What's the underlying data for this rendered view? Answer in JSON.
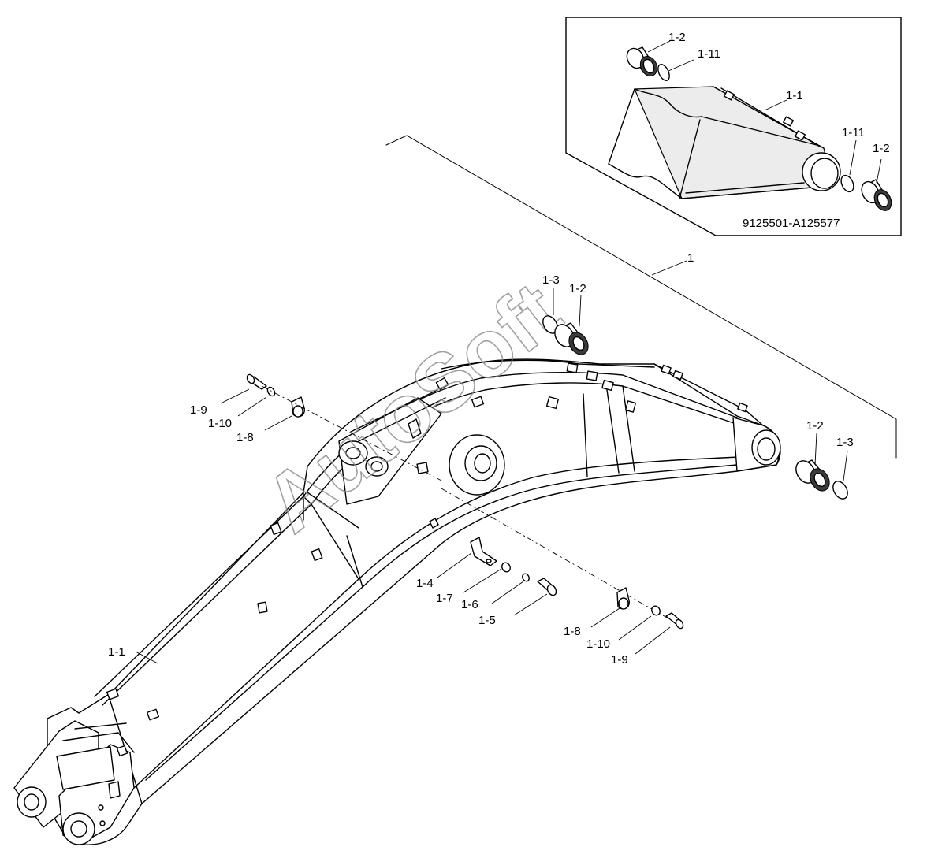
{
  "diagram": {
    "inset_code": "9125501-A125577",
    "watermark": "AutoSoft",
    "labels": {
      "assembly": "1",
      "main_boom": "1-1",
      "inset_boom": "1-1",
      "inset_bushing_top": "1-2",
      "inset_shim_top": "1-11",
      "inset_shim_right": "1-11",
      "inset_bushing_right": "1-2",
      "shim_top": "1-3",
      "bushing_top": "1-2",
      "bushing_right": "1-2",
      "shim_right": "1-3",
      "bolt_upper": "1-9",
      "washer_upper": "1-10",
      "clamp_upper": "1-8",
      "bracket": "1-4",
      "washer_mid_1": "1-7",
      "washer_mid_2": "1-6",
      "bolt_mid": "1-5",
      "clamp_lower": "1-8",
      "washer_lower": "1-10",
      "bolt_lower": "1-9"
    }
  }
}
